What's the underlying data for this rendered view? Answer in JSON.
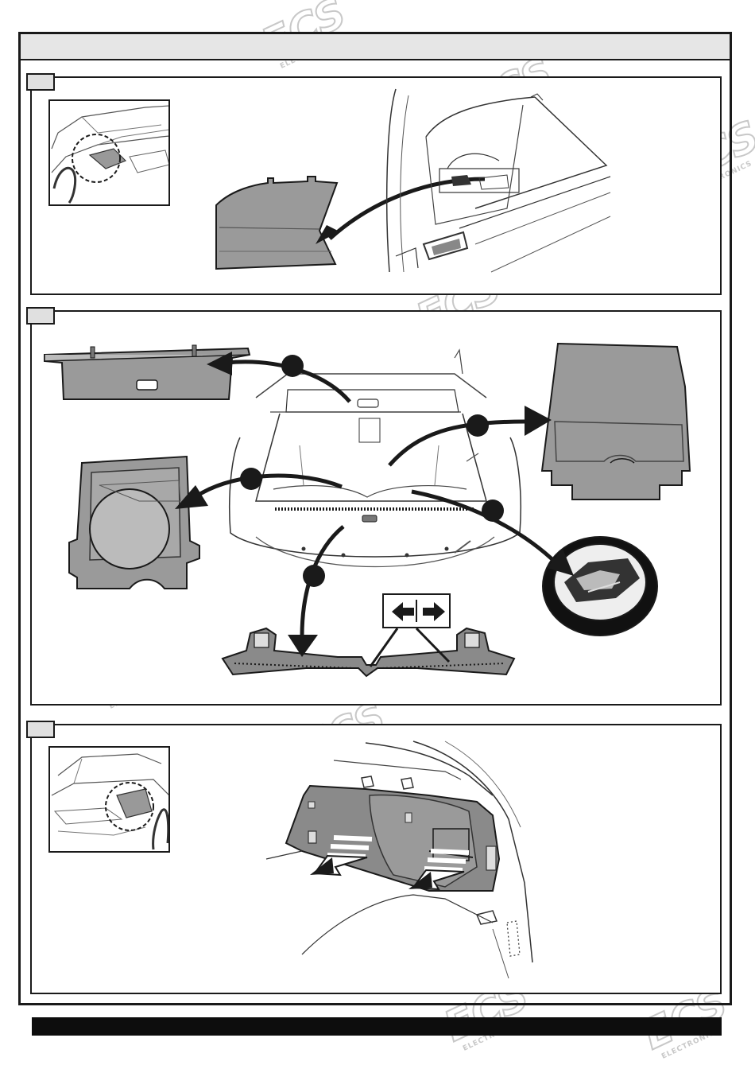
{
  "brand": {
    "watermark_logo": "ECS",
    "watermark_subtitle": "ELECTRONICS"
  },
  "colors": {
    "line": "#1a1a1a",
    "part_fill": "#9a9a9a",
    "part_fill_dark": "#7a7a7a",
    "tab_fill": "#e0e0e0",
    "header_fill": "#e6e6e6",
    "watermark": "#c8c8c8",
    "footer": "#0d0d0d"
  },
  "icons": {
    "direction_left": "arrow-left-icon",
    "direction_right": "arrow-right-icon"
  },
  "steps": [
    {
      "id": "step-1",
      "tab_label": ""
    },
    {
      "id": "step-2",
      "tab_label": ""
    },
    {
      "id": "step-3",
      "tab_label": ""
    }
  ]
}
